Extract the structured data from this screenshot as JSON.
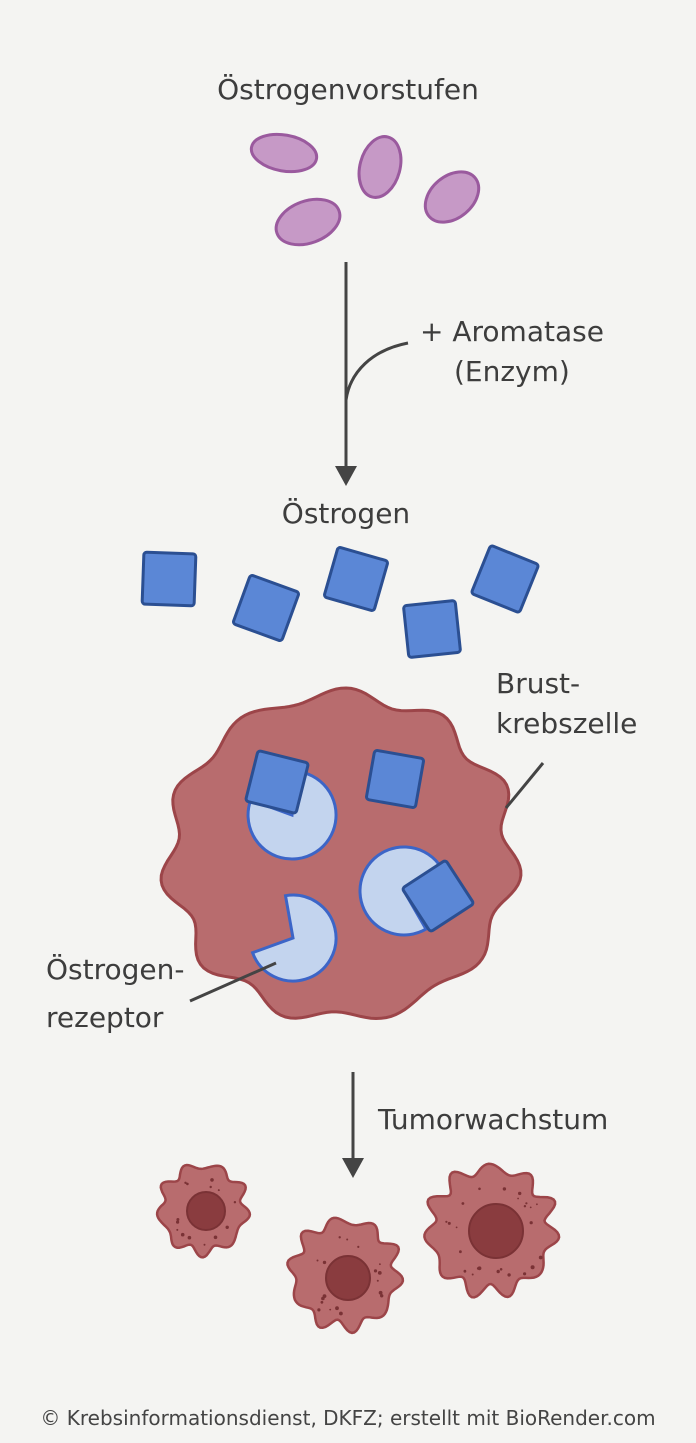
{
  "labels": {
    "precursors": "Östrogenvorstufen",
    "aromatase_line1": "+ Aromatase",
    "aromatase_line2": "(Enzym)",
    "estrogen": "Östrogen",
    "cancer_cell_line1": "Brust-",
    "cancer_cell_line2": "krebszelle",
    "receptor_line1": "Östrogen-",
    "receptor_line2": "rezeptor",
    "growth": "Tumorwachstum"
  },
  "credit": "© Krebsinformationsdienst, DKFZ; erstellt mit BioRender.com",
  "colors": {
    "background": "#f4f4f2",
    "precursor_fill": "#c699c6",
    "precursor_stroke": "#9a5a9e",
    "estrogen_fill": "#5b87d6",
    "estrogen_stroke": "#2b4f92",
    "receptor_fill": "#c3d4ee",
    "receptor_stroke": "#3c65c7",
    "cell_fill": "#b86c6e",
    "cell_stroke": "#9c4549",
    "nucleus_fill": "#8a3c3f",
    "arrow": "#444444"
  }
}
